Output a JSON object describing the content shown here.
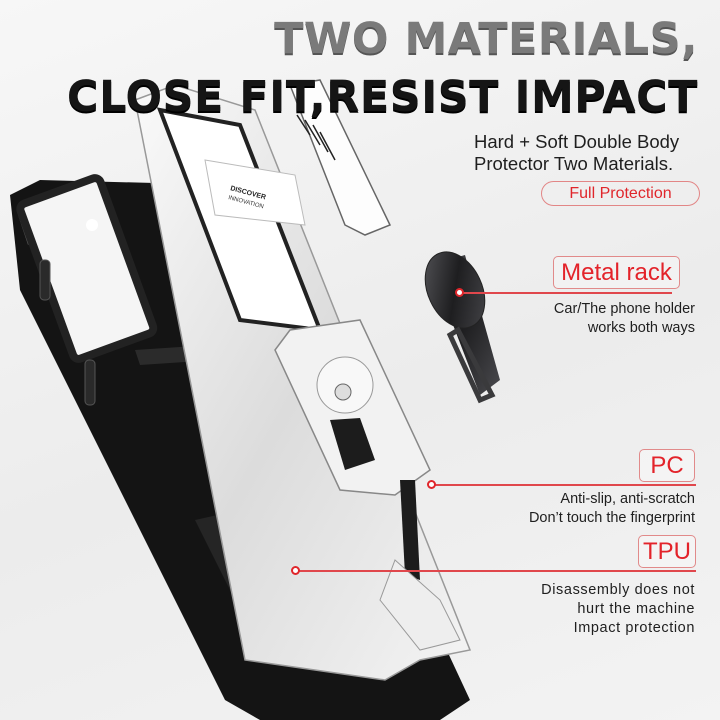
{
  "headline": {
    "line1": "TWO MATERIALS,",
    "line2": "CLOSE FIT,RESIST IMPACT"
  },
  "intro": {
    "line1": "Hard + Soft Double Body",
    "line2": "Protector Two Materials."
  },
  "badge": "Full Protection",
  "features": [
    {
      "tag": "Metal rack",
      "lines": [
        "Car/The phone holder",
        "works both ways"
      ]
    },
    {
      "tag": "PC",
      "lines": [
        "Anti-slip, anti-scratch",
        "Don’t touch the fingerprint"
      ]
    },
    {
      "tag": "TPU",
      "lines": [
        "Disassembly does not",
        "hurt the machine",
        "Impact protection"
      ]
    }
  ],
  "product_labels": {
    "camera_slider_text_line1": "DISCOVER",
    "camera_slider_text_line2": "INNOVATION"
  },
  "colors": {
    "accent_red": "#e0262b",
    "tag_border": "#e18a8a",
    "tpu_black": "#141414",
    "pc_silver": "#e9e9e9",
    "ring_gunmetal": "#3a3a3c"
  }
}
